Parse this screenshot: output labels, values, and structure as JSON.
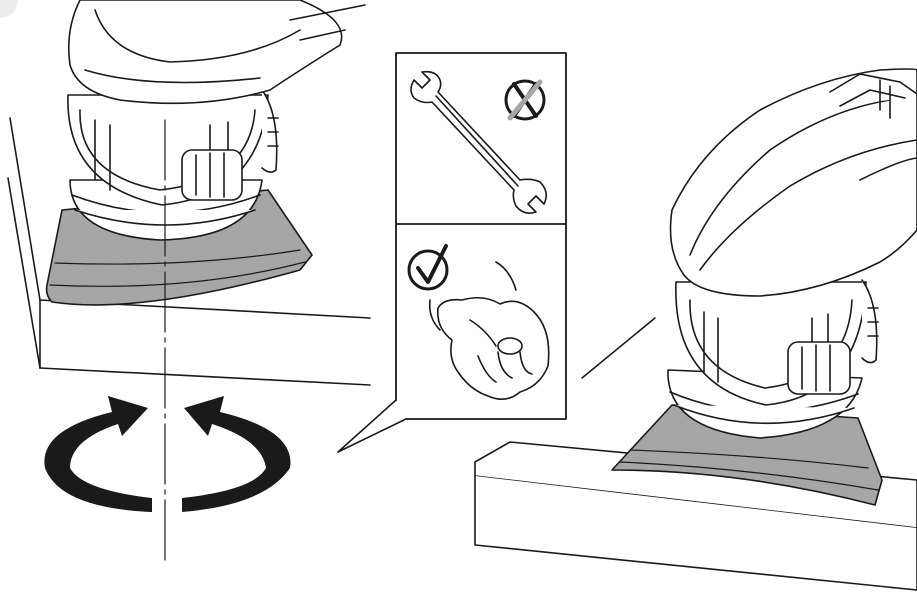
{
  "figure": {
    "left_scene": {
      "tool": "detail-sander-icon",
      "rotation_direction": "clockwise",
      "rotation_arrows": [
        "rotation-arrow-icon",
        "rotation-arrow-icon"
      ]
    },
    "callout": {
      "top_panel": {
        "tool_icon": "wrench-icon",
        "status_icon": "crossed-circle-icon",
        "status": "not-allowed"
      },
      "bottom_panel": {
        "tool_icon": "hand-tighten-icon",
        "status_icon": "check-circle-icon",
        "status": "allowed"
      }
    },
    "right_scene": {
      "tool": "detail-sander-icon",
      "state": "mounted-on-workpiece"
    },
    "colors": {
      "line": "#1a1a1a",
      "sanding_pad": "#a6a6a6",
      "background": "#ffffff",
      "logo_circle": "#ececec"
    }
  }
}
